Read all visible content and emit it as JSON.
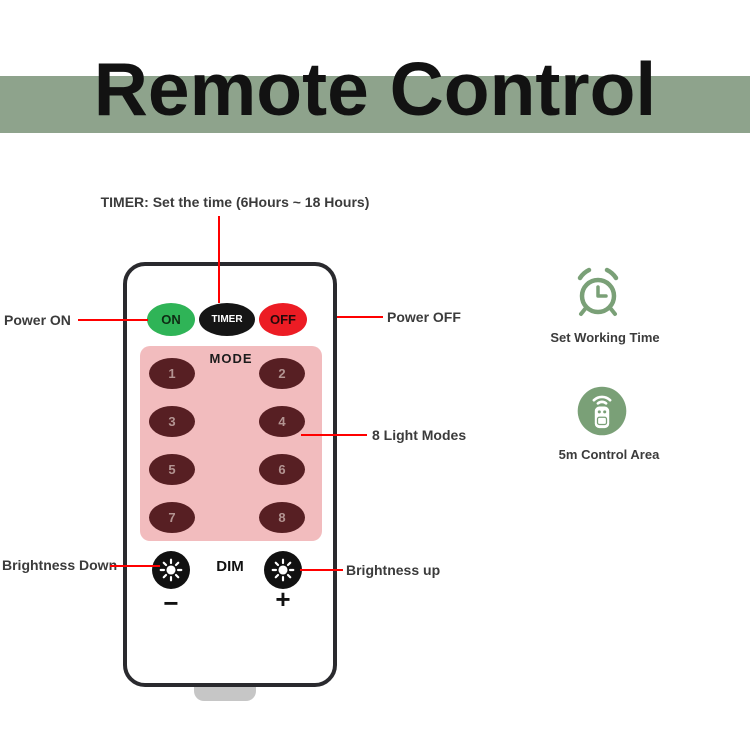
{
  "title": "Remote Control",
  "annotations": {
    "timer_note": "TIMER: Set the time (6Hours ~ 18 Hours)",
    "power_on": "Power ON",
    "power_off": "Power OFF",
    "light_modes": "8 Light Modes",
    "brightness_down": "Brightness Down",
    "brightness_up": "Brightness up"
  },
  "remote": {
    "on_label": "ON",
    "timer_label": "TIMER",
    "off_label": "OFF",
    "mode_label": "MODE",
    "mode_buttons": [
      "1",
      "2",
      "3",
      "4",
      "5",
      "6",
      "7",
      "8"
    ],
    "dim_label": "DIM",
    "minus_label": "−",
    "plus_label": "+"
  },
  "features": [
    {
      "icon": "alarm-clock-icon",
      "label": "Set Working Time"
    },
    {
      "icon": "remote-signal-icon",
      "label": "5m Control Area"
    }
  ],
  "colors": {
    "band_green": "#8EA38C",
    "power_on_green": "#2FB457",
    "power_off_red": "#EC1C24",
    "timer_black": "#151515",
    "mode_panel_pink": "#F2BCBE",
    "mode_button_maroon": "#571F23",
    "annotation_line_red": "#FF0000",
    "feature_green": "#7AA077"
  }
}
